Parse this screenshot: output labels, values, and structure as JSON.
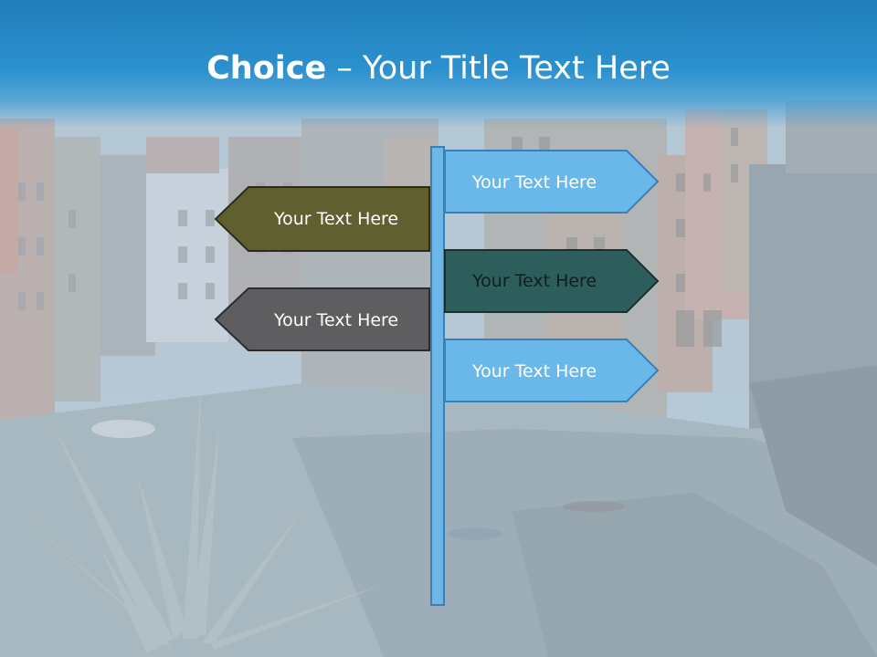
{
  "title": {
    "bold": "Choice",
    "rest": " – Your Title Text Here"
  },
  "signs": [
    {
      "label": "Your Text Here",
      "direction": "right",
      "fill": "#6ab8ea",
      "stroke": "#3a80b8"
    },
    {
      "label": "Your Text Here",
      "direction": "left",
      "fill": "#5f5f30",
      "stroke": "#2b2b18"
    },
    {
      "label": "Your Text Here",
      "direction": "right",
      "fill": "#2e5e5c",
      "stroke": "#1b2f2f"
    },
    {
      "label": "Your Text Here",
      "direction": "left",
      "fill": "#5e5e60",
      "stroke": "#2c2c2e"
    },
    {
      "label": "Your Text Here",
      "direction": "right",
      "fill": "#6ab8ea",
      "stroke": "#3a80b8"
    }
  ],
  "colors": {
    "title_bar": "#2c91cf",
    "post": "#6cb6e8",
    "background_tint": "#c2d4e0"
  }
}
